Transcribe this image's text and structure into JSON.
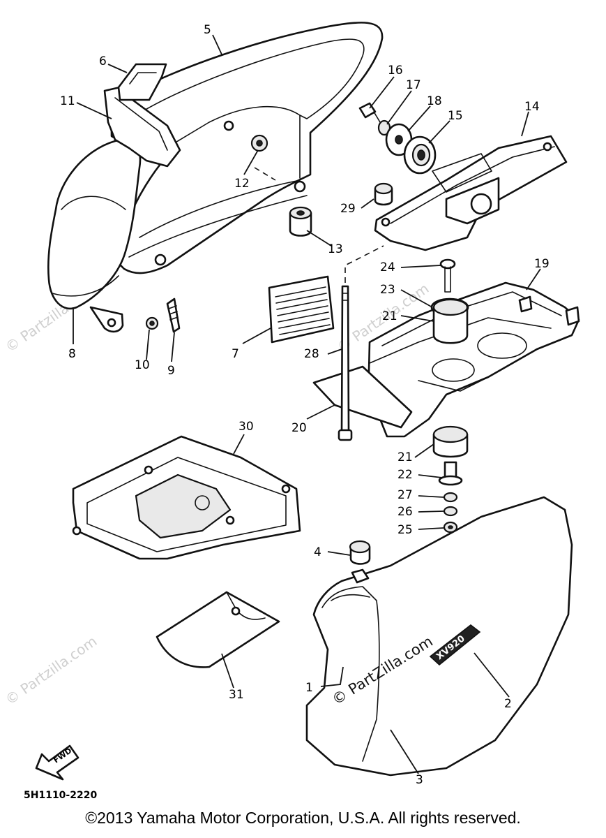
{
  "drawing_code": "5H1110-2220",
  "copyright": "©2013 Yamaha Motor Corporation, U.S.A. All rights reserved.",
  "watermark": {
    "text": "© Partzilla.com",
    "main_text": "© PartZilla.com"
  },
  "fwd_arrow_label": "FWD",
  "emblem_text": "XV920",
  "callouts": {
    "c1": "1",
    "c2": "2",
    "c3": "3",
    "c4": "4",
    "c5": "5",
    "c6": "6",
    "c7": "7",
    "c8": "8",
    "c9": "9",
    "c10": "10",
    "c11": "11",
    "c12": "12",
    "c13": "13",
    "c14": "14",
    "c15": "15",
    "c16": "16",
    "c17": "17",
    "c18": "18",
    "c19": "19",
    "c20": "20",
    "c21a": "21",
    "c21b": "21",
    "c22": "22",
    "c23": "23",
    "c24": "24",
    "c25": "25",
    "c26": "26",
    "c27": "27",
    "c28": "28",
    "c29": "29",
    "c30": "30",
    "c31": "31"
  }
}
